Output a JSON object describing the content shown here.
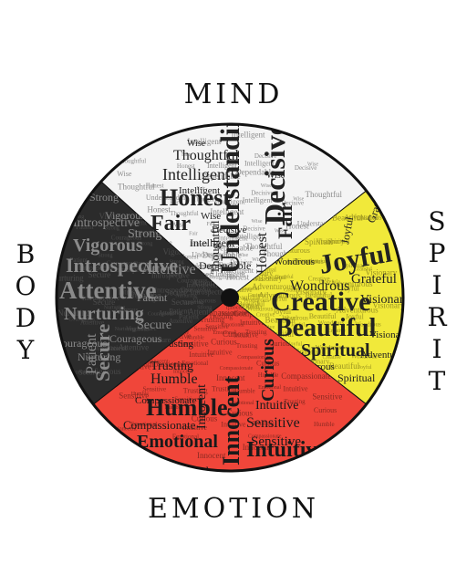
{
  "labels": {
    "top": "MIND",
    "bottom": "EMOTION",
    "left": "BODY",
    "right": "SPIRIT"
  },
  "colors": {
    "mind": "#f4f4f4",
    "spirit": "#f1e93a",
    "emotion": "#f0463a",
    "body": "#2b2b2b",
    "outline": "#111111"
  },
  "quadrants": {
    "mind": {
      "words": [
        "Wise",
        "Thoughtful",
        "Intelligent",
        "Honest",
        "Fair",
        "Decisive",
        "Understanding",
        "Dependable",
        "Wise",
        "Honest",
        "Intelligent",
        "Thoughtful",
        "Fair",
        "Decisive",
        "Wise",
        "Intelligent"
      ]
    },
    "spirit": {
      "words": [
        "Joyful",
        "Creative",
        "Beautiful",
        "Spiritual",
        "Grateful",
        "Wondrous",
        "Visionary",
        "Adventurous",
        "Creative",
        "Spiritual",
        "Joyful",
        "Beautiful",
        "Grateful",
        "Wondrous",
        "Adventurous",
        "Visionary"
      ]
    },
    "emotion": {
      "words": [
        "Innocent",
        "Humble",
        "Trusting",
        "Compassionate",
        "Emotional",
        "Sensitive",
        "Intuitive",
        "Curious",
        "Humble",
        "Trusting",
        "Intuitive",
        "Sensitive",
        "Compassionate",
        "Emotional",
        "Curious",
        "Innocent"
      ]
    },
    "body": {
      "words": [
        "Strong",
        "Vigorous",
        "Introspective",
        "Attentive",
        "Nurturing",
        "Courageous",
        "Patient",
        "Secure",
        "Strong",
        "Attentive",
        "Introspective",
        "Vigorous",
        "Courageous",
        "Patient",
        "Secure",
        "Nurturing"
      ]
    }
  }
}
